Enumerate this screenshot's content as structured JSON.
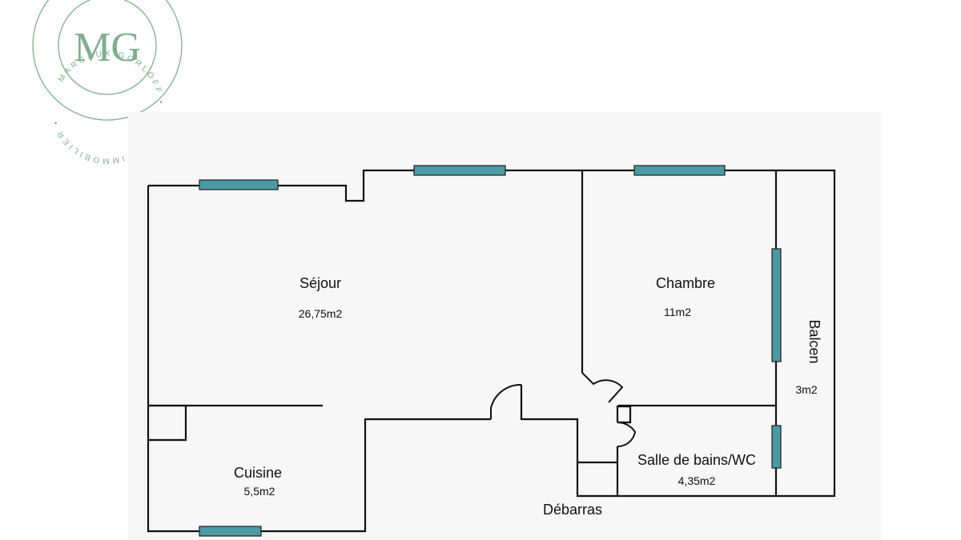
{
  "colors": {
    "window_fill": "#4b9aa6",
    "seal_green": "#7fae8e",
    "wall": "#111111"
  },
  "logo": {
    "monogram": "MG",
    "ring_text": "MARGAUX GORLOFF • CONSEIL IMMOBILIER •"
  },
  "rooms": {
    "sejour": {
      "name": "Séjour",
      "area": "26,75m2"
    },
    "chambre": {
      "name": "Chambre",
      "area": "11m2"
    },
    "balcon": {
      "name": "Balcen",
      "area": "3m2"
    },
    "salle_de_bains": {
      "name": "Salle de bains/WC",
      "area": "4,35m2"
    },
    "cuisine": {
      "name": "Cuisine",
      "area": "5,5m2"
    },
    "debarras": {
      "name": "Débarras"
    }
  }
}
